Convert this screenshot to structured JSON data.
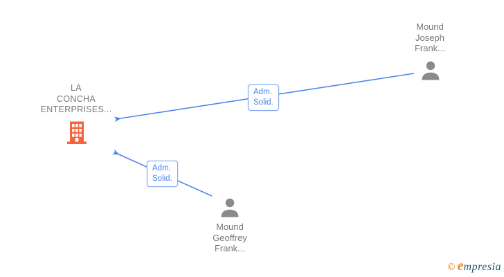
{
  "diagram_type": "corporate-relationship-graph",
  "colors": {
    "edge_blue": "#4F86EC",
    "edge_label_text": "#4285F4",
    "edge_label_border": "#7BA7F0",
    "node_text_gray": "#787878",
    "person_icon_gray": "#8A8A8A",
    "building_icon_orange": "#F8623E",
    "brand_orange": "#F5821F",
    "brand_navy": "#1F5873",
    "background": "#FFFFFF"
  },
  "company": {
    "line1": "LA",
    "line2": "CONCHA",
    "line3": "ENTERPRISES...",
    "icon": "building-icon"
  },
  "person_top": {
    "line1": "Mound",
    "line2": "Joseph",
    "line3": "Frank...",
    "icon": "person-icon"
  },
  "person_bottom": {
    "line1": "Mound",
    "line2": "Geoffrey",
    "line3": "Frank...",
    "icon": "person-icon"
  },
  "edge_top": {
    "label_line1": "Adm.",
    "label_line2": "Solid.",
    "from": "Mound Joseph Frank...",
    "to": "LA CONCHA ENTERPRISES..."
  },
  "edge_bottom": {
    "label_line1": "Adm.",
    "label_line2": "Solid.",
    "from": "Mound Geoffrey Frank...",
    "to": "LA CONCHA ENTERPRISES..."
  },
  "footer": {
    "copyright": "©",
    "brand_first_letter": "e",
    "brand_rest": "mpresia"
  }
}
